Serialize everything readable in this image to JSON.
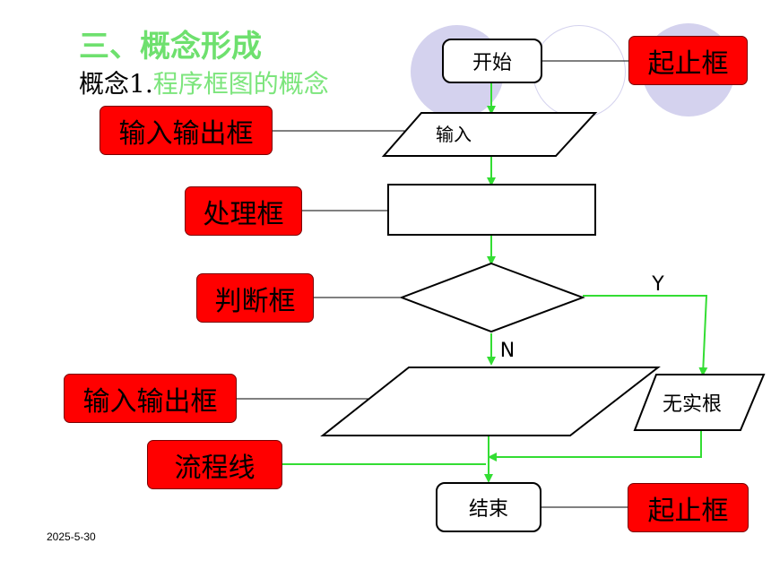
{
  "header": {
    "title": "三、概念形成",
    "subtitle_lead": "概念1.",
    "subtitle_rest": "程序框图的概念"
  },
  "diagram": {
    "start": "开始",
    "input": "输入",
    "process": "",
    "decision": "",
    "branch_yes": "Y",
    "branch_no": "N",
    "output": "",
    "no_real_root": "无实根",
    "end": "结束"
  },
  "labels": {
    "terminal_top": "起止框",
    "io_top": "输入输出框",
    "process": "处理框",
    "decision": "判断框",
    "io_bottom": "输入输出框",
    "flowline": "流程线",
    "terminal_bottom": "起止框"
  },
  "footer": {
    "date": "2025-5-30"
  },
  "colors": {
    "accent_green": "#6EE06E",
    "flow_green": "#33DD33",
    "tag_red": "#FF0000",
    "deco_purple": "#D3D1EF"
  }
}
